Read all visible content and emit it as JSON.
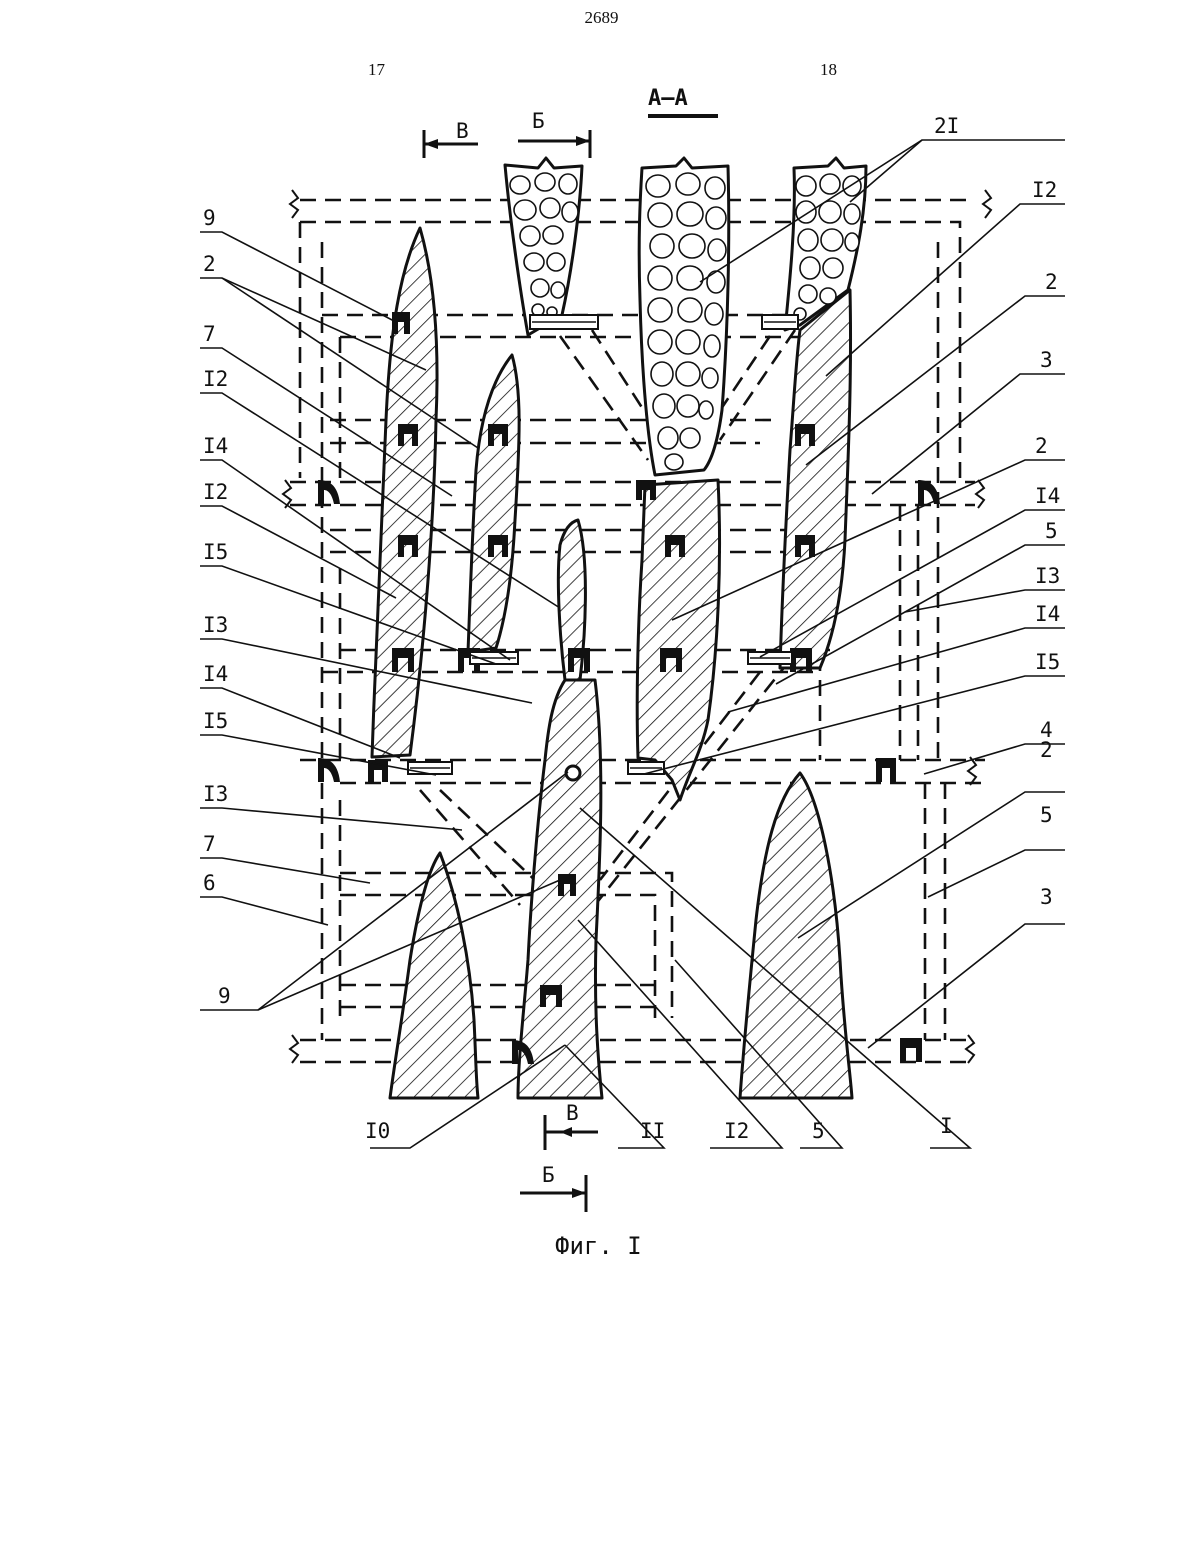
{
  "header": {
    "page_number": "2689",
    "column_left": "17",
    "column_right": "18"
  },
  "section_title": "А–А",
  "section_marks": {
    "b_top": "Б",
    "v_top": "В",
    "v_bottom": "В",
    "b_bottom": "Б"
  },
  "caption": "Фиг. I",
  "labels": {
    "left": [
      "9",
      "2",
      "7",
      "I2",
      "I4",
      "I2",
      "I5",
      "I3",
      "I4",
      "I5",
      "I3",
      "7",
      "6",
      "9"
    ],
    "right": [
      "2I",
      "I2",
      "2",
      "3",
      "2",
      "I4",
      "5",
      "I3",
      "I4",
      "I5",
      "4",
      "2",
      "5",
      "3"
    ],
    "bottom": [
      "I0",
      "II",
      "I2",
      "5",
      "I"
    ]
  }
}
